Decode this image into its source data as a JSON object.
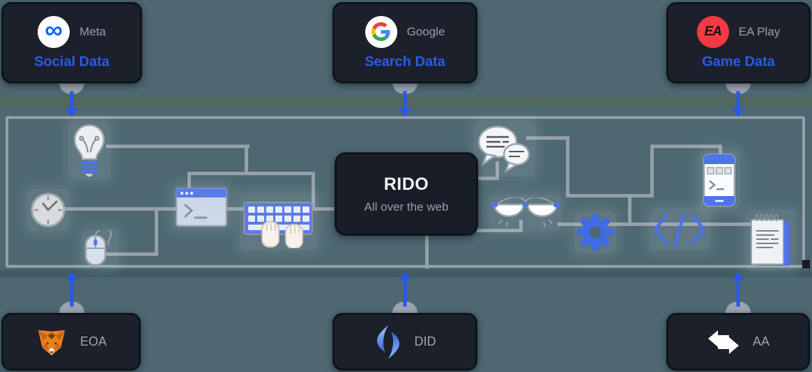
{
  "diagram": {
    "background_color": "#4d6871",
    "line_color": "#95a0aa",
    "accent_blue": "#2d5ae9",
    "arrow_blue": "#2a57e6",
    "card_background": "#1b202b",
    "top_cards": [
      {
        "brand": "Meta",
        "label": "Social Data",
        "icon": "meta-logo"
      },
      {
        "brand": "Google",
        "label": "Search Data",
        "icon": "google-logo"
      },
      {
        "brand": "EA Play",
        "label": "Game Data",
        "icon": "ea-logo",
        "logo_text": "EA"
      }
    ],
    "center_node": {
      "title": "RIDO",
      "subtitle": "All over the web"
    },
    "bottom_cards": [
      {
        "label": "EOA",
        "icon": "metamask-fox-logo"
      },
      {
        "label": "DID",
        "icon": "ens-logo"
      },
      {
        "label": "AA",
        "icon": "swap-arrows-icon"
      }
    ],
    "activity_icons": [
      "lightbulb-icon",
      "clock-icon",
      "mouse-icon",
      "terminal-window-icon",
      "keyboard-typing-icon",
      "chat-bubbles-icon",
      "glasses-icon",
      "gear-icon",
      "smartphone-icon",
      "code-brackets-icon",
      "notepad-icon"
    ]
  }
}
